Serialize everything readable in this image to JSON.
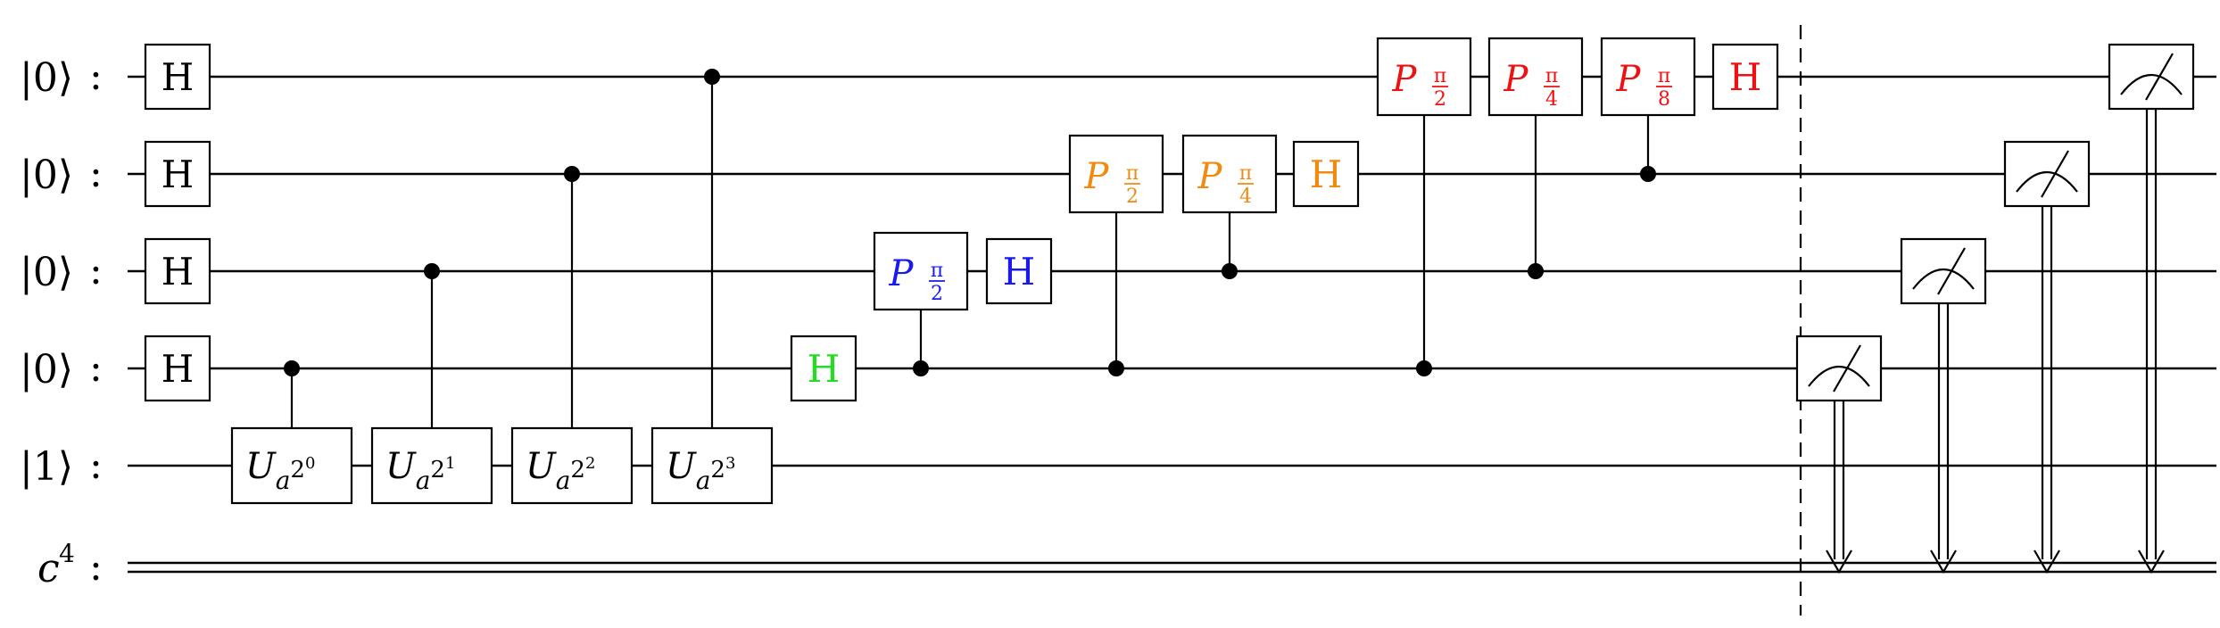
{
  "qubits": [
    {
      "ket": "|0⟩",
      "colon": ":"
    },
    {
      "ket": "|0⟩",
      "colon": ":"
    },
    {
      "ket": "|0⟩",
      "colon": ":"
    },
    {
      "ket": "|0⟩",
      "colon": ":"
    },
    {
      "ket": "|1⟩",
      "colon": ":"
    }
  ],
  "classical": {
    "name": "c",
    "size": "4",
    "colon": ":"
  },
  "colors": {
    "green": "#22dd22",
    "blue": "#1a1aee",
    "orange": "#f08a10",
    "red": "#ee1111",
    "black": "#000000"
  },
  "hadamard": [
    {
      "label": "H",
      "qubit": 0,
      "color": "black"
    },
    {
      "label": "H",
      "qubit": 1,
      "color": "black"
    },
    {
      "label": "H",
      "qubit": 2,
      "color": "black"
    },
    {
      "label": "H",
      "qubit": 3,
      "color": "black"
    },
    {
      "label": "H",
      "qubit": 3,
      "color": "green"
    },
    {
      "label": "H",
      "qubit": 2,
      "color": "blue"
    },
    {
      "label": "H",
      "qubit": 1,
      "color": "orange"
    },
    {
      "label": "H",
      "qubit": 0,
      "color": "red"
    }
  ],
  "controlled_u": [
    {
      "base": "U",
      "sub": "a",
      "exp_base": "2",
      "exp": "0",
      "control": 3,
      "target": 4
    },
    {
      "base": "U",
      "sub": "a",
      "exp_base": "2",
      "exp": "1",
      "control": 2,
      "target": 4
    },
    {
      "base": "U",
      "sub": "a",
      "exp_base": "2",
      "exp": "2",
      "control": 1,
      "target": 4
    },
    {
      "base": "U",
      "sub": "a",
      "exp_base": "2",
      "exp": "3",
      "control": 0,
      "target": 4
    }
  ],
  "phase_gates": [
    {
      "base": "P",
      "num": "π",
      "den": "2",
      "target": 2,
      "control": 3,
      "color": "blue"
    },
    {
      "base": "P",
      "num": "π",
      "den": "2",
      "target": 1,
      "control": 3,
      "color": "orange"
    },
    {
      "base": "P",
      "num": "π",
      "den": "4",
      "target": 1,
      "control": 2,
      "color": "orange"
    },
    {
      "base": "P",
      "num": "π",
      "den": "2",
      "target": 0,
      "control": 3,
      "color": "red"
    },
    {
      "base": "P",
      "num": "π",
      "den": "4",
      "target": 0,
      "control": 2,
      "color": "red"
    },
    {
      "base": "P",
      "num": "π",
      "den": "8",
      "target": 0,
      "control": 1,
      "color": "red"
    }
  ],
  "barrier": {
    "style": "dashed"
  },
  "measurements": [
    {
      "qubit": 3,
      "icon": "meter-icon"
    },
    {
      "qubit": 2,
      "icon": "meter-icon"
    },
    {
      "qubit": 1,
      "icon": "meter-icon"
    },
    {
      "qubit": 0,
      "icon": "meter-icon"
    }
  ]
}
